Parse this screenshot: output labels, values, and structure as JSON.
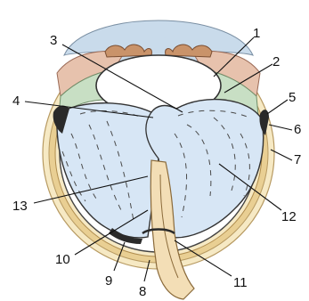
{
  "colors": {
    "cornea": "#c9dbeb",
    "iris": "#e7c2ad",
    "ciliary": "#c8dfc4",
    "sclera_light": "#f6e9c4",
    "sclera_mid": "#e9cf93",
    "choroid": "#d7b06b",
    "vitreous": "#d7e6f5",
    "lens": "#ffffff",
    "optic_nerve": "#f3deb6",
    "dark_edge": "#2a2a2a"
  },
  "labels": [
    {
      "id": "label-1",
      "text": "1"
    },
    {
      "id": "label-2",
      "text": "2"
    },
    {
      "id": "label-3",
      "text": "3"
    },
    {
      "id": "label-4",
      "text": "4"
    },
    {
      "id": "label-5",
      "text": "5"
    },
    {
      "id": "label-6",
      "text": "6"
    },
    {
      "id": "label-7",
      "text": "7"
    },
    {
      "id": "label-8",
      "text": "8"
    },
    {
      "id": "label-9",
      "text": "9"
    },
    {
      "id": "label-10",
      "text": "10"
    },
    {
      "id": "label-11",
      "text": "11"
    },
    {
      "id": "label-12",
      "text": "12"
    },
    {
      "id": "label-13",
      "text": "13"
    }
  ]
}
